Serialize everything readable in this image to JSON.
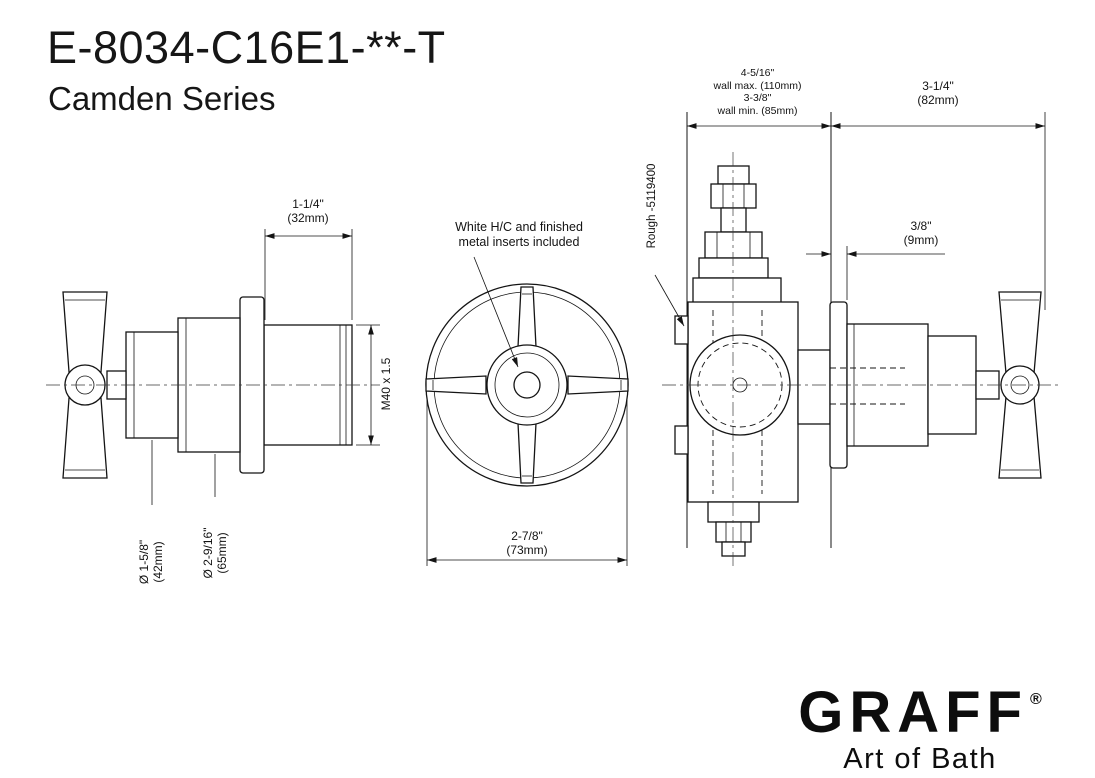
{
  "header": {
    "model": "E-8034-C16E1-**-T",
    "series": "Camden Series"
  },
  "side_view": {
    "width_in": "1-1/4\"",
    "width_mm": "(32mm)",
    "thread": "M40 x 1.5",
    "handle_dia_in": "Ø 1-5/8\"",
    "handle_dia_mm": "(42mm)",
    "trim_dia_in": "Ø 2-9/16\"",
    "trim_dia_mm": "(65mm)"
  },
  "front_view": {
    "note_line1": "White H/C and finished",
    "note_line2": "metal inserts included",
    "dia_in": "2-7/8\"",
    "dia_mm": "(73mm)"
  },
  "rough_view": {
    "wall_max_in": "4-5/16\"",
    "wall_max_label": "wall max. (110mm)",
    "wall_min_in": "3-3/8\"",
    "wall_min_label": "wall min. (85mm)",
    "depth_in": "3-1/4\"",
    "depth_mm": "(82mm)",
    "offset_in": "3/8\"",
    "offset_mm": "(9mm)",
    "rough_number": "Rough -5119400"
  },
  "footer": {
    "brand": "GRAFF",
    "reg": "®",
    "tagline": "Art of Bath"
  }
}
